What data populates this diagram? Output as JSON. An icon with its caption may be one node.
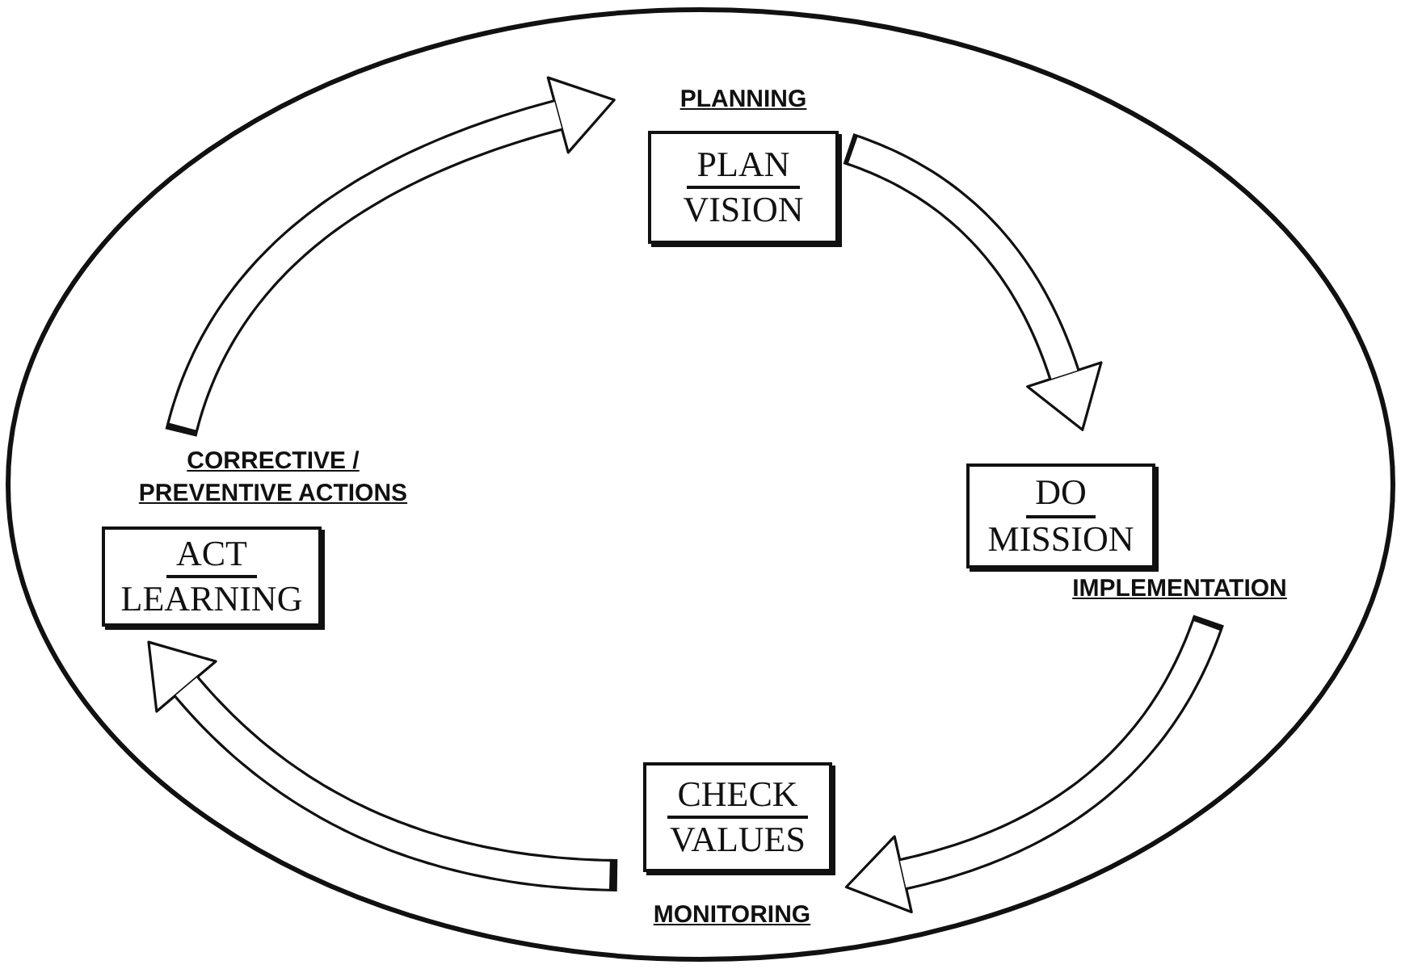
{
  "diagram": {
    "nodes": [
      {
        "text": [],
        "shape": "ellipse"
      },
      {
        "text": [
          "PLANNING",
          "PLAN",
          "VISION"
        ],
        "in": 0
      },
      {
        "text": [
          "DO",
          "MISSION",
          "IMPLEMENTATION"
        ],
        "in": 0
      },
      {
        "text": [
          "CHECK",
          "VALUES",
          "MONITORING"
        ],
        "in": 0
      },
      {
        "text": [
          "CORRECTIVE / PREVENTIVE ACTIONS",
          "ACT",
          "LEARNING"
        ],
        "in": 0
      }
    ],
    "edges": [
      {
        "from": 4,
        "to": 1,
        "arrow": "to"
      },
      {
        "from": 1,
        "to": 2,
        "arrow": "to"
      },
      {
        "from": 2,
        "to": 3,
        "arrow": "to"
      },
      {
        "from": 3,
        "to": 4,
        "arrow": "to"
      }
    ]
  }
}
